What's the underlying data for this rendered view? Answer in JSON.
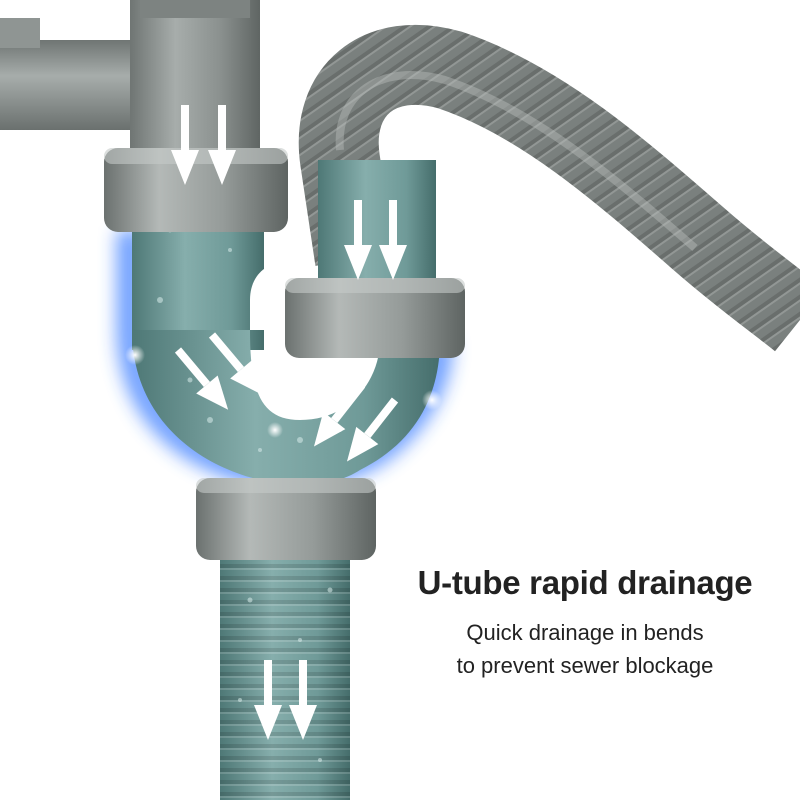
{
  "caption": {
    "headline": "U-tube rapid drainage",
    "lines": [
      "Quick drainage in bends",
      "to prevent sewer blockage"
    ]
  },
  "colors": {
    "pipe_grey": "#8c9290",
    "water_teal": "#6f9a98",
    "glow_blue": "#2f74ff",
    "arrow": "#ffffff",
    "text": "#222222"
  },
  "icons": {
    "flow_arrows": "double-down-arrow-icon"
  }
}
